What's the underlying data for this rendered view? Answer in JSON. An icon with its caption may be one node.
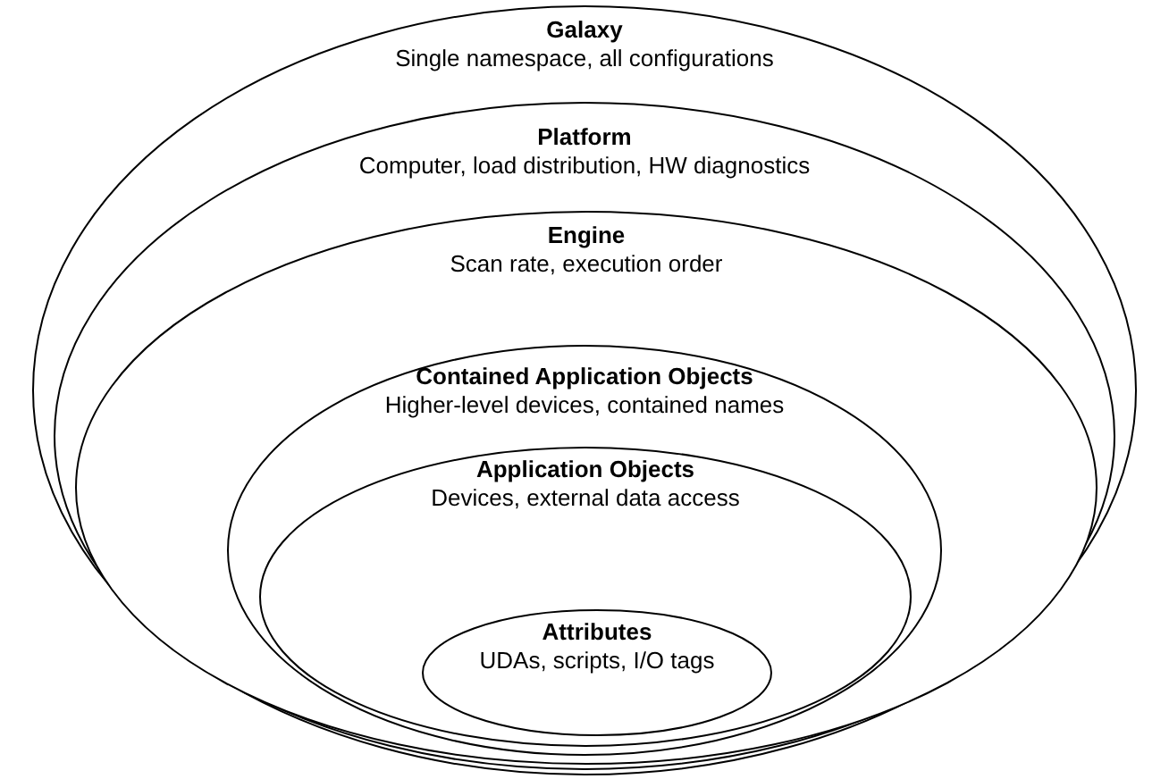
{
  "diagram": {
    "nodes": [
      {
        "text": [
          "Galaxy",
          "Single namespace, all configurations"
        ]
      },
      {
        "text": [
          "Platform",
          "Computer, load distribution, HW diagnostics"
        ],
        "in": 0
      },
      {
        "text": [
          "Engine",
          "Scan rate, execution order"
        ],
        "in": 1
      },
      {
        "text": [
          "Contained Application Objects",
          "Higher-level devices, contained names"
        ],
        "in": 2
      },
      {
        "text": [
          "Application Objects",
          "Devices, external data access"
        ],
        "in": 3
      },
      {
        "text": [
          "Attributes",
          "UDAs, scripts, I/O tags"
        ],
        "in": 4
      }
    ]
  }
}
